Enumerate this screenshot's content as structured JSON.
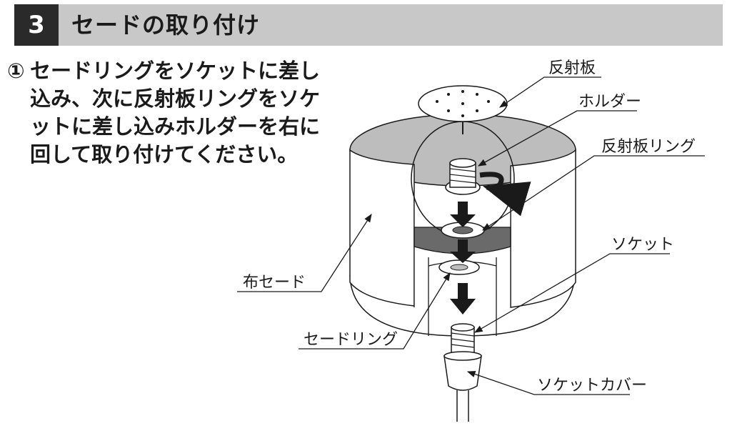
{
  "header": {
    "step_number": "3",
    "title": "セードの取り付け"
  },
  "instruction": {
    "number": "①",
    "text": "セードリングをソケットに差し込み、次に反射板リングをソケットに差し込みホルダーを右に回して取り付けてください。"
  },
  "labels": {
    "reflector": "反射板",
    "holder": "ホルダー",
    "reflector_ring": "反射板リング",
    "socket": "ソケット",
    "cloth_shade": "布セード",
    "shade_ring": "セードリング",
    "socket_cover": "ソケットカバー"
  },
  "colors": {
    "header_bg": "#c8c8c8",
    "step_box": "#2a2a2a",
    "shade_inner": "#bdbdbd",
    "ring_dark": "#6a6a6a",
    "arrow": "#1a1a1a"
  }
}
